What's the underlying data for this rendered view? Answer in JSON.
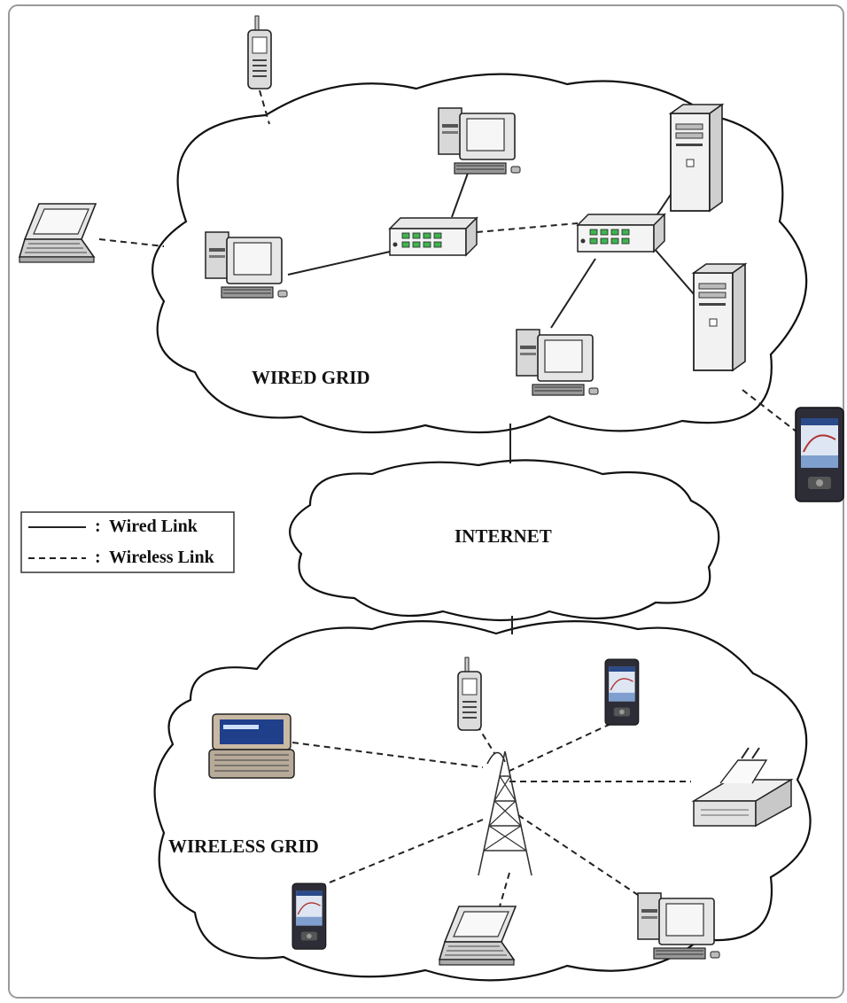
{
  "diagram": {
    "clouds": {
      "wired_grid": "WIRED GRID",
      "internet": "INTERNET",
      "wireless_grid": "WIRELESS GRID"
    },
    "legend": {
      "wired_sep": ":",
      "wired_label": "Wired Link",
      "wireless_sep": ":",
      "wireless_label": "Wireless Link"
    },
    "colors": {
      "line": "#222222",
      "device_screen": "#2a4a8a",
      "switch_port": "#3fb34f"
    }
  }
}
